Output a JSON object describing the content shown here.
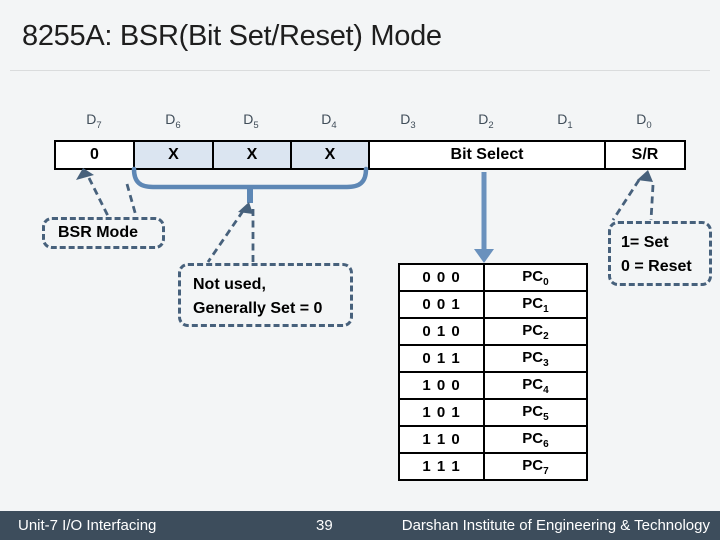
{
  "slide": {
    "title": "8255A: BSR(Bit Set/Reset) Mode"
  },
  "register": {
    "bit_labels": [
      {
        "base": "D",
        "sub": "7"
      },
      {
        "base": "D",
        "sub": "6"
      },
      {
        "base": "D",
        "sub": "5"
      },
      {
        "base": "D",
        "sub": "4"
      },
      {
        "base": "D",
        "sub": "3"
      },
      {
        "base": "D",
        "sub": "2"
      },
      {
        "base": "D",
        "sub": "1"
      },
      {
        "base": "D",
        "sub": "0"
      }
    ],
    "cells": [
      {
        "label": "0"
      },
      {
        "label": "X"
      },
      {
        "label": "X"
      },
      {
        "label": "X"
      },
      {
        "label": "Bit Select"
      },
      {
        "label": "S/R"
      }
    ]
  },
  "callouts": {
    "bsr_mode": {
      "text": "BSR Mode"
    },
    "not_used": {
      "line1": "Not used,",
      "line2": "Generally Set = 0"
    },
    "set_reset": {
      "line1": "1= Set",
      "line2": "0 = Reset"
    }
  },
  "bit_select_table": {
    "rows": [
      {
        "bits": "0 0 0",
        "port": "PC",
        "sub": "0"
      },
      {
        "bits": "0 0 1",
        "port": "PC",
        "sub": "1"
      },
      {
        "bits": "0 1 0",
        "port": "PC",
        "sub": "2"
      },
      {
        "bits": "0 1 1",
        "port": "PC",
        "sub": "3"
      },
      {
        "bits": "1 0 0",
        "port": "PC",
        "sub": "4"
      },
      {
        "bits": "1 0 1",
        "port": "PC",
        "sub": "5"
      },
      {
        "bits": "1 1 0",
        "port": "PC",
        "sub": "6"
      },
      {
        "bits": "1 1 1",
        "port": "PC",
        "sub": "7"
      }
    ]
  },
  "footer": {
    "unit": "Unit-7 I/O Interfacing",
    "page": "39",
    "institute": "Darshan Institute of Engineering & Technology"
  },
  "colors": {
    "background": "#f3f5f6",
    "title_text": "#1e1e1e",
    "bit_label_text": "#404d59",
    "cell_highlight": "#dbe5f1",
    "accent_bracket_blue": "#5d87b5",
    "accent_arrow_blue": "#6a91bd",
    "callout_border": "#47617c",
    "footer_bg": "#3d4d5c",
    "footer_text": "#ffffff"
  }
}
